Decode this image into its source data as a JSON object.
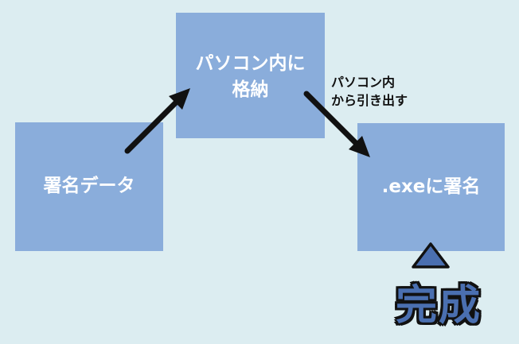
{
  "boxes": {
    "signature_data": "署名データ",
    "store_line1": "パソコン内に",
    "store_line2": "格納",
    "sign_exe": ".exeに署名"
  },
  "arrow_label": {
    "line1": "パソコン内",
    "line2": "から引き出す"
  },
  "complete": "完成",
  "colors": {
    "background": "#dcedf1",
    "box_fill": "#8aaddb",
    "box_text": "#ffffff",
    "arrow": "#111111",
    "complete_fill": "#4a6fb0"
  }
}
